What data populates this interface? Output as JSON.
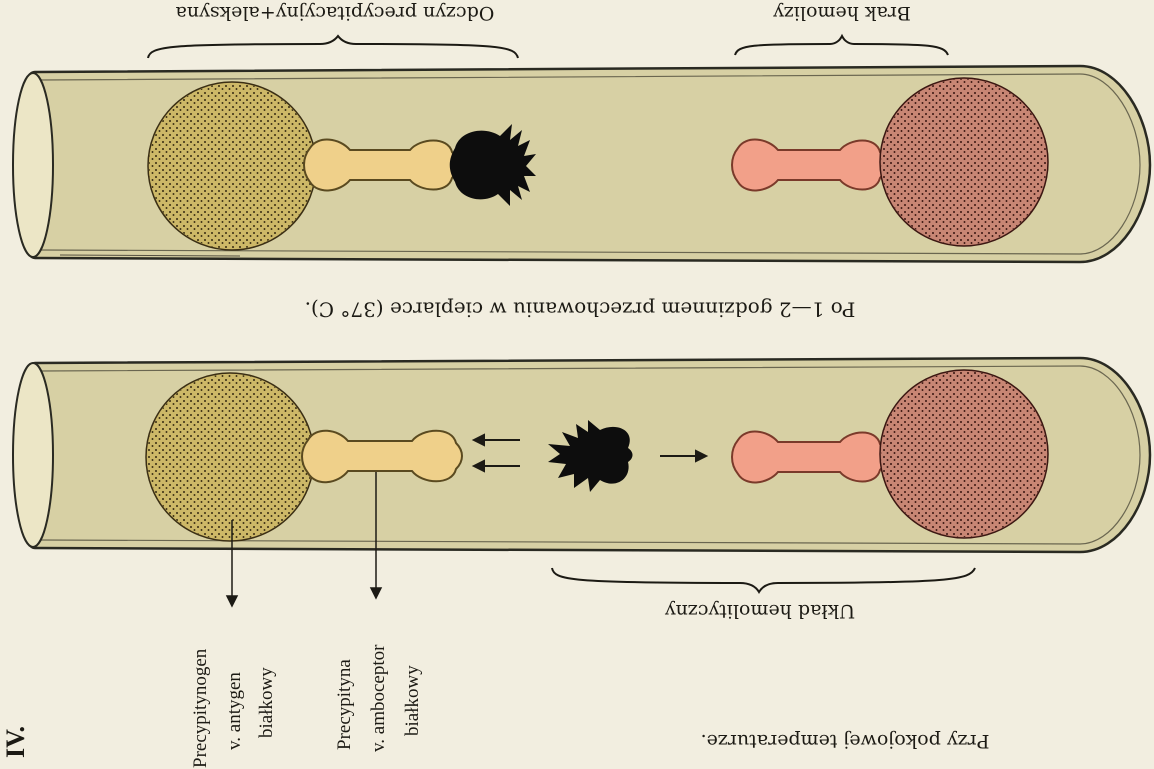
{
  "plate_label": "IV.",
  "top_tube": {
    "caption_left": "Odczyn precypitacyjny+aleksyna",
    "caption_right": "Brak hemolizy"
  },
  "middle_caption": "Po 1—2 godzinnem przechowaniu w cieplarce (37° C).",
  "bottom_tube": {
    "system_caption": "Układ hemolityczny",
    "bottom_caption": "Przy pokojowej temperaturze."
  },
  "labels": {
    "precipitinogen": [
      "Precypitynogen",
      "v. antygen",
      "białkowy"
    ],
    "precipitin": [
      "Precypityna",
      "v. amboceptor",
      "białkowy"
    ]
  },
  "colors": {
    "tube_fill": "#d7d0a4",
    "antigen_cell": "#cdb867",
    "amboceptor": "#efd08a",
    "red_cell": "#c88674",
    "hemolytic_amboceptor": "#f2a089",
    "alexin": "#0d0d0d"
  }
}
